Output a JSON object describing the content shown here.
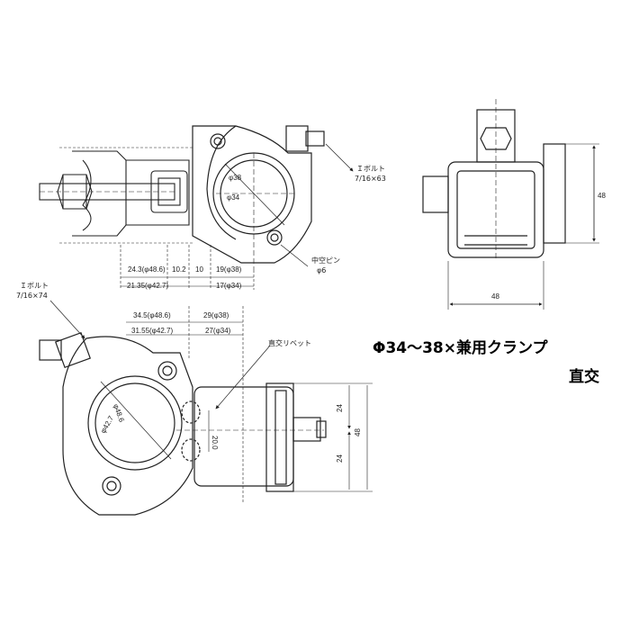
{
  "product": {
    "title": "Φ34～38×兼用クランプ",
    "subtitle": "直交"
  },
  "callouts": {
    "bolt_top_name": "Ｉボルト",
    "bolt_top_size": "7/16×63",
    "bolt_left_name": "Ｉボルト",
    "bolt_left_size": "7/16×74",
    "pin_name": "中空ピン",
    "pin_size": "φ6",
    "rivet": "直交リベット"
  },
  "dimensions": {
    "top": {
      "d1": "24.3(φ48.6)",
      "d2": "10.2",
      "d3": "10",
      "d4": "19(φ38)",
      "d5": "21.35(φ42.7)",
      "d6": "17(φ34)",
      "circle_outer": "φ38",
      "circle_inner": "φ34"
    },
    "middle": {
      "d1": "34.5(φ48.6)",
      "d2": "29(φ38)",
      "d3": "31.55(φ42.7)",
      "d4": "27(φ34)"
    },
    "bottom": {
      "circle_outer": "φ48.6",
      "circle_inner": "φ42.7",
      "gap": "20.0",
      "h1": "24",
      "h2": "24",
      "h_total": "48"
    },
    "side": {
      "height": "48",
      "width": "48"
    }
  }
}
